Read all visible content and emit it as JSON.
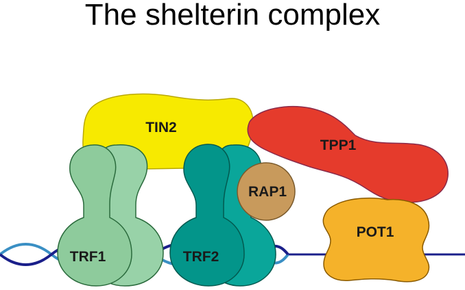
{
  "title": "The shelterin complex",
  "proteins": {
    "tin2": "TIN2",
    "tpp1": "TPP1",
    "rap1": "RAP1",
    "pot1": "POT1",
    "trf1": "TRF1",
    "trf2": "TRF2"
  },
  "colors": {
    "dna_strand_dark": "#1a1f8a",
    "dna_strand_light": "#3a8fc4",
    "tin2": "#f7ea00",
    "tpp1": "#e53b2c",
    "tpp1_outline": "#8a2a4a",
    "rap1": "#c89a5c",
    "pot1": "#f5b22a",
    "trf1_back": "#98d2a8",
    "trf1_front": "#8ecb9c",
    "trf2_back": "#0aa69a",
    "trf2_front": "#03958a"
  }
}
